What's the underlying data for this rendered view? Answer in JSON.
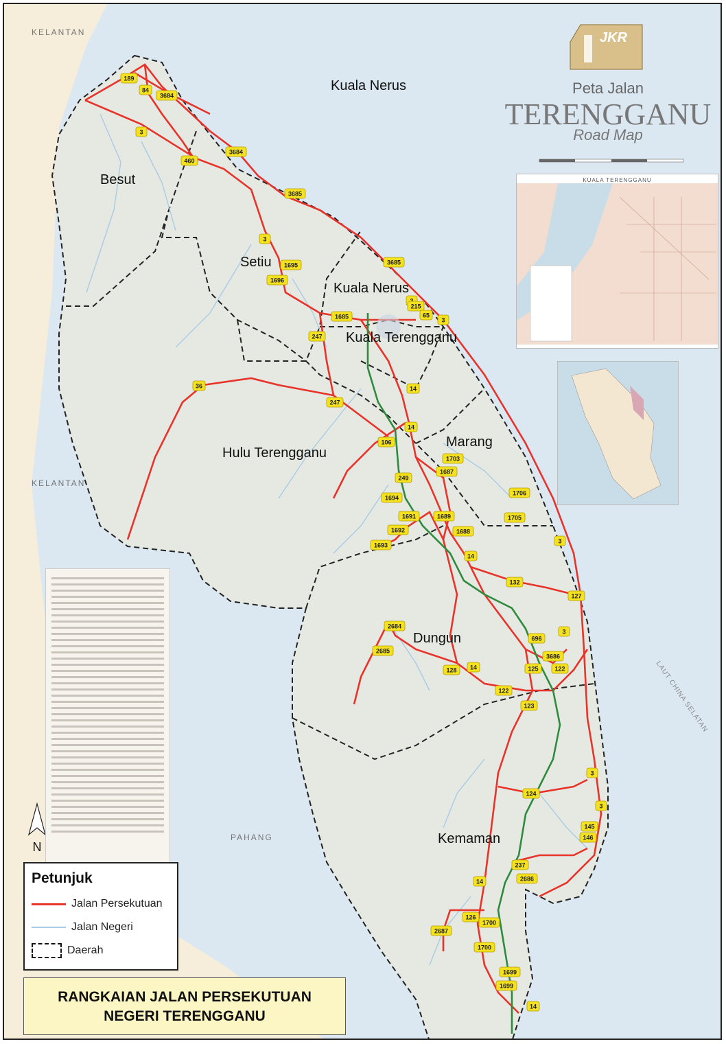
{
  "header": {
    "logo_text": "JKR",
    "subtitle": "Peta Jalan",
    "title": "TERENGGANU",
    "title_en": "Road Map"
  },
  "inset_city_title": "KUALA TERENGGANU",
  "districts": [
    "Kuala Nerus",
    "Besut",
    "Setiu",
    "Kuala Nerus",
    "Kuala Terengganu",
    "Hulu Terengganu",
    "Marang",
    "Dungun",
    "Kemaman"
  ],
  "neighbors": [
    "KELANTAN",
    "KELANTAN",
    "PAHANG"
  ],
  "sea_label": "LAUT CHINA SELATAN",
  "road_shields": [
    "189",
    "84",
    "3684",
    "3",
    "460",
    "3684",
    "3685",
    "3",
    "1695",
    "1696",
    "3685",
    "3",
    "1685",
    "215",
    "65",
    "3",
    "247",
    "247",
    "14",
    "14",
    "36",
    "106",
    "1703",
    "1687",
    "249",
    "1694",
    "1691",
    "1689",
    "1692",
    "1688",
    "1693",
    "1706",
    "1705",
    "3",
    "14",
    "132",
    "127",
    "2684",
    "2685",
    "128",
    "14",
    "122",
    "123",
    "3",
    "696",
    "3686",
    "125",
    "122",
    "3",
    "124",
    "3",
    "145",
    "146",
    "237",
    "2686",
    "14",
    "126",
    "1700",
    "2687",
    "1700",
    "1699",
    "1699",
    "14"
  ],
  "north_label": "N",
  "legend": {
    "title": "Petunjuk",
    "items": [
      {
        "label": "Jalan Persekutuan",
        "color": "#e8332a"
      },
      {
        "label": "Jalan Negeri",
        "color": "#a9cbe6"
      },
      {
        "label": "Daerah",
        "color": "#111111"
      }
    ]
  },
  "caption": {
    "line1": "RANGKAIAN JALAN PERSEKUTUAN",
    "line2": "NEGERI TERENGGANU"
  },
  "colors": {
    "federal_road": "#e8332a",
    "expressway": "#2e8b3e",
    "state_road": "#a9cbe6",
    "land": "#eceee9",
    "sea": "#dbe8f2",
    "shield": "#f4e11f"
  }
}
